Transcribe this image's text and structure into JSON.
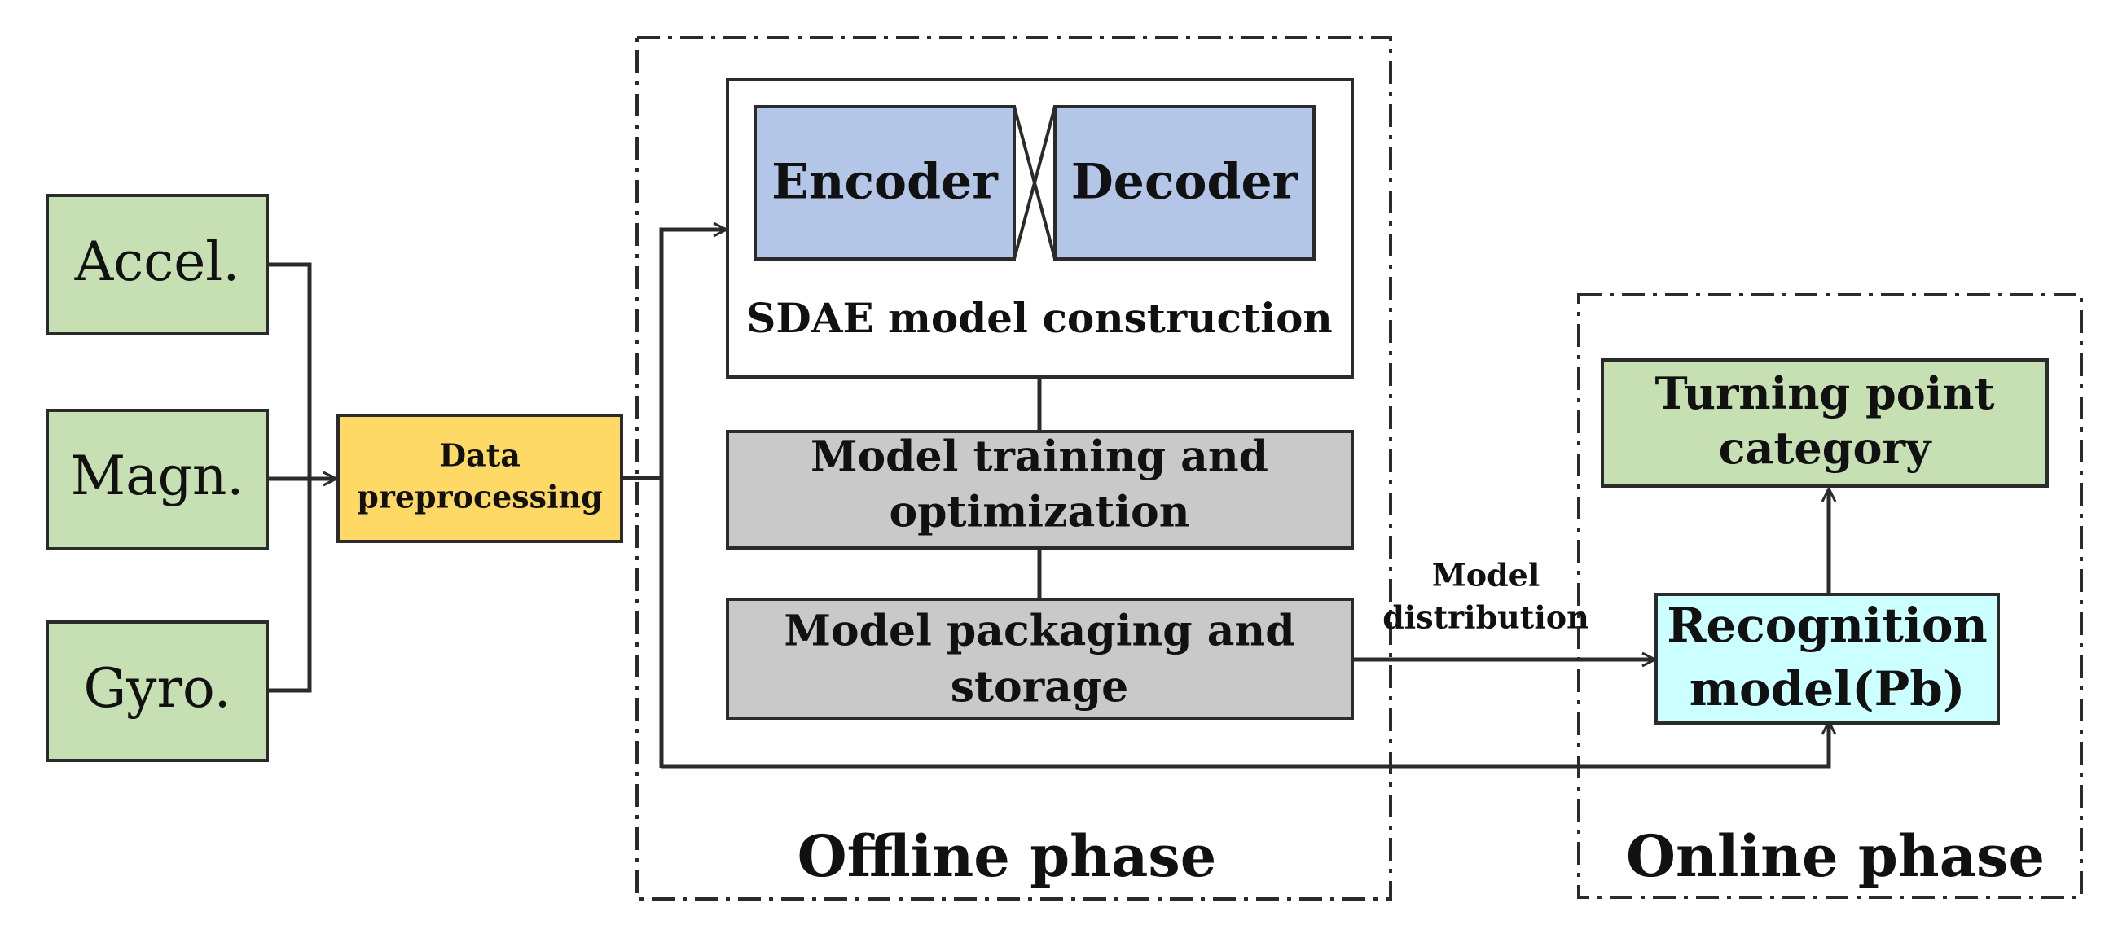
{
  "sensors": {
    "accel": "Accel.",
    "magn": "Magn.",
    "gyro": "Gyro."
  },
  "preprocessing": {
    "line1": "Data",
    "line2": "preprocessing"
  },
  "offline": {
    "encoder": "Encoder",
    "decoder": "Decoder",
    "sdae_label": "SDAE model construction",
    "training_line1": "Model training and",
    "training_line2": "optimization",
    "packaging_line1": "Model packaging and",
    "packaging_line2": "storage",
    "phase_label": "Offline phase"
  },
  "distribution": {
    "line1": "Model",
    "line2": "distribution"
  },
  "online": {
    "turning_line1": "Turning point",
    "turning_line2": "category",
    "recognition_line1": "Recognition",
    "recognition_line2": "model(Pb)",
    "phase_label": "Online phase"
  },
  "colors": {
    "sensor_fill": "#c6e0b4",
    "preprocessing_fill": "#ffd966",
    "codec_fill": "#b4c6e7",
    "process_fill": "#c9c9c9",
    "recognition_fill": "#ccffff",
    "stroke": "#2b2b2b"
  }
}
